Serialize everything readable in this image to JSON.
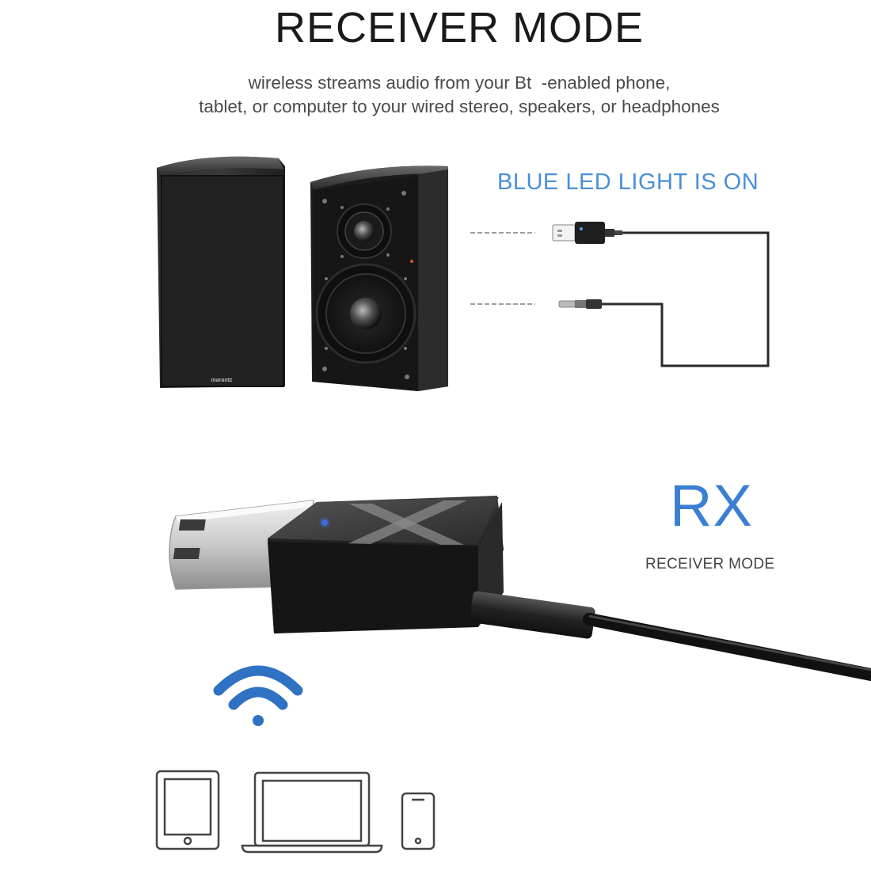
{
  "title": "RECEIVER MODE",
  "description": {
    "line1": "wireless streams audio from your Bt  -enabled phone,",
    "line2": "tablet, or computer to your wired stereo, speakers, or headphones"
  },
  "led_label": "BLUE LED LIGHT IS ON",
  "rx": {
    "label": "RX",
    "sublabel": "RECEIVER MODE"
  },
  "speaker_brand": "marantz",
  "colors": {
    "accent_blue": "#4a90d9",
    "rx_blue": "#3b7fd3",
    "wifi_blue": "#2f72c4"
  },
  "icons": [
    "speaker-left",
    "speaker-right",
    "usb-adapter-small",
    "audio-jack-small",
    "usb-bluetooth-adapter",
    "wifi-icon",
    "tablet-icon",
    "laptop-icon",
    "phone-icon"
  ]
}
